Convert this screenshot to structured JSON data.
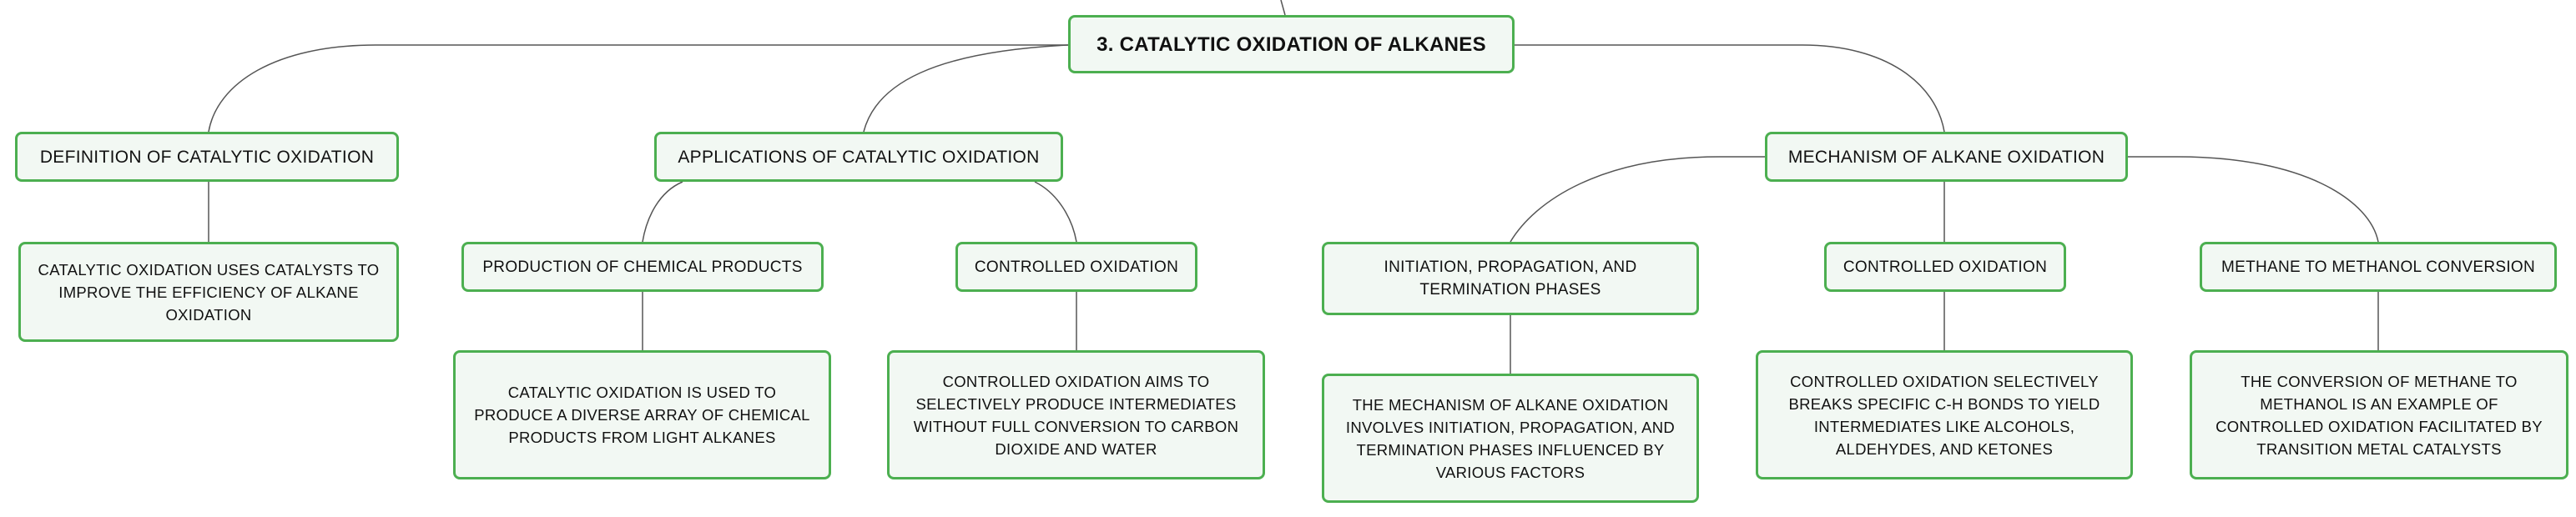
{
  "diagram": {
    "root": {
      "label": "3. CATALYTIC OXIDATION OF ALKANES"
    },
    "branches": [
      {
        "label": "DEFINITION OF CATALYTIC OXIDATION",
        "children": [
          {
            "label": "CATALYTIC OXIDATION USES CATALYSTS TO IMPROVE THE EFFICIENCY OF ALKANE OXIDATION"
          }
        ]
      },
      {
        "label": "APPLICATIONS OF CATALYTIC OXIDATION",
        "children": [
          {
            "label": "PRODUCTION OF CHEMICAL PRODUCTS",
            "detail": "CATALYTIC OXIDATION IS USED TO PRODUCE A DIVERSE ARRAY OF CHEMICAL PRODUCTS FROM LIGHT ALKANES"
          },
          {
            "label": "CONTROLLED OXIDATION",
            "detail": "CONTROLLED OXIDATION AIMS TO SELECTIVELY PRODUCE INTERMEDIATES WITHOUT FULL CONVERSION TO CARBON DIOXIDE AND WATER"
          }
        ]
      },
      {
        "label": "MECHANISM OF ALKANE OXIDATION",
        "children": [
          {
            "label": "INITIATION, PROPAGATION, AND TERMINATION PHASES",
            "detail": "THE MECHANISM OF ALKANE OXIDATION INVOLVES INITIATION, PROPAGATION, AND TERMINATION PHASES INFLUENCED BY VARIOUS FACTORS"
          },
          {
            "label": "CONTROLLED OXIDATION",
            "detail": "CONTROLLED OXIDATION SELECTIVELY BREAKS SPECIFIC C-H BONDS TO YIELD INTERMEDIATES LIKE ALCOHOLS, ALDEHYDES, AND KETONES"
          },
          {
            "label": "METHANE TO METHANOL CONVERSION",
            "detail": "THE CONVERSION OF METHANE TO METHANOL IS AN EXAMPLE OF CONTROLLED OXIDATION FACILITATED BY TRANSITION METAL CATALYSTS"
          }
        ]
      }
    ],
    "colors": {
      "border": "#4caf50",
      "fill": "#f2f8f3",
      "line": "#555555",
      "text": "#111111"
    }
  }
}
